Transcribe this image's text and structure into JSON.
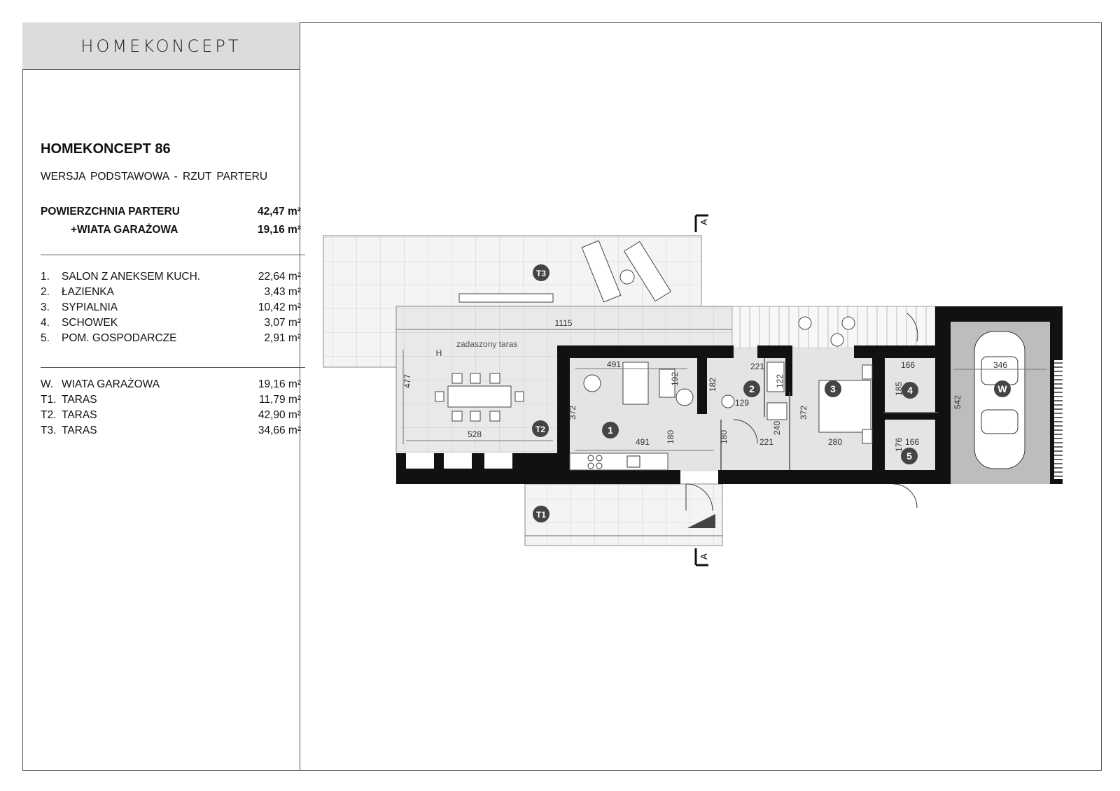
{
  "brand": {
    "logo_text": "HOMEKONCEPT"
  },
  "project": {
    "title": "HOMEKONCEPT 86",
    "subtitle": "WERSJA  PODSTAWOWA   -   RZUT PARTERU"
  },
  "areas": [
    {
      "label": "POWIERZCHNIA PARTERU",
      "value": "42,47 m²"
    },
    {
      "label": "+WIATA GARAŻOWA",
      "value": "19,16 m²"
    }
  ],
  "rooms": [
    {
      "num": "1.",
      "name": "SALON Z ANEKSEM KUCH.",
      "area": "22,64 m²"
    },
    {
      "num": "2.",
      "name": "ŁAZIENKA",
      "area": "3,43 m²"
    },
    {
      "num": "3.",
      "name": "SYPIALNIA",
      "area": "10,42 m²"
    },
    {
      "num": "4.",
      "name": "SCHOWEK",
      "area": "3,07 m²"
    },
    {
      "num": "5.",
      "name": "POM. GOSPODARCZE",
      "area": "2,91 m²"
    }
  ],
  "outdoor": [
    {
      "num": "W.",
      "name": "WIATA GARAŻOWA",
      "area": "19,16 m²"
    },
    {
      "num": "T1.",
      "name": "TARAS",
      "area": "11,79 m²"
    },
    {
      "num": "T2.",
      "name": "TARAS",
      "area": "42,90 m²"
    },
    {
      "num": "T3.",
      "name": "TARAS",
      "area": "34,66 m²"
    }
  ],
  "plan": {
    "section_mark": "A",
    "covered_terrace": "zadaszony taras",
    "room_badges": [
      "1",
      "2",
      "3",
      "4",
      "5",
      "W",
      "T1",
      "T2",
      "T3"
    ],
    "dimensions": [
      "1115",
      "477",
      "528",
      "491",
      "192",
      "372",
      "491",
      "180",
      "180",
      "221",
      "182",
      "129",
      "122",
      "240",
      "372",
      "221",
      "280",
      "166",
      "185",
      "176",
      "166",
      "346",
      "542",
      "H"
    ]
  },
  "colors": {
    "wall": "#111111",
    "floor": "#e6e6e6",
    "terrace": "#f2f2f2",
    "garage": "#bdbdbd",
    "badge": "#444444"
  }
}
